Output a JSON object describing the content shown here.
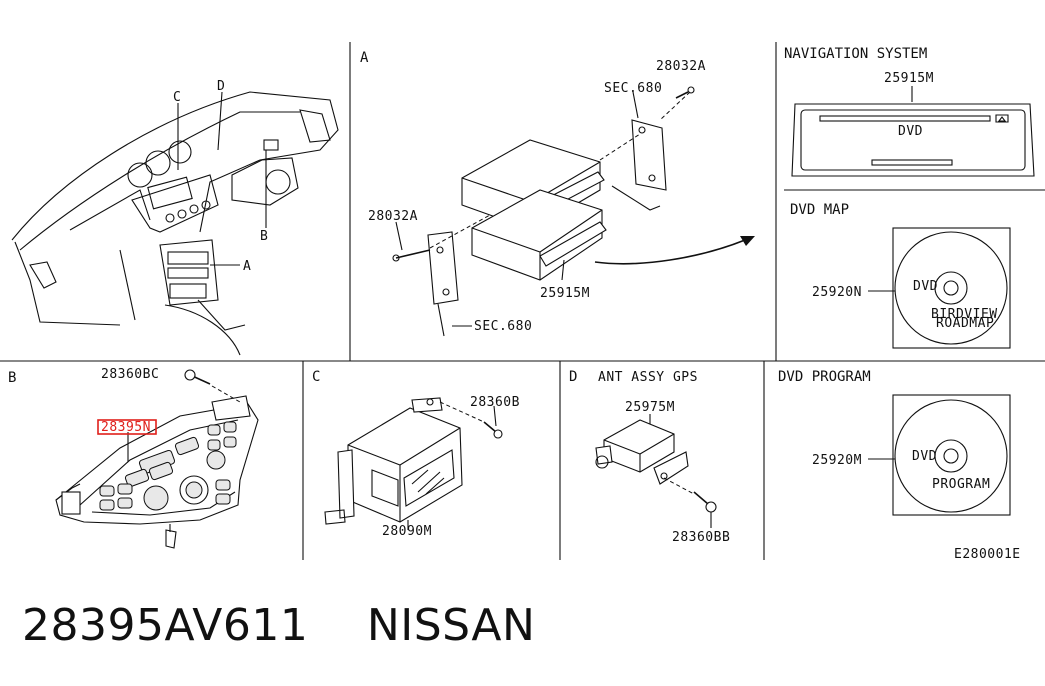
{
  "panels": {
    "a": {
      "letter": "A",
      "labels": {
        "screw_top": "28032A",
        "sec_top": "SEC.680",
        "screw_left": "28032A",
        "unit": "25915M",
        "sec_bottom": "SEC.680"
      }
    },
    "b": {
      "letter": "B",
      "labels": {
        "screw": "28360BC",
        "highlighted_part": "28395N"
      }
    },
    "c": {
      "letter": "C",
      "labels": {
        "screw": "28360B",
        "unit": "28090M"
      }
    },
    "d": {
      "letter": "D",
      "title": "ANT ASSY GPS",
      "labels": {
        "antenna": "25975M",
        "screw": "28360BB"
      }
    },
    "overview": {
      "callouts": {
        "c": "C",
        "d": "D",
        "b": "B",
        "a": "A"
      }
    },
    "navigation": {
      "title": "NAVIGATION SYSTEM",
      "unit_label": "25915M",
      "dvd_logo": "DVD"
    },
    "dvd_map": {
      "title": "DVD MAP",
      "disc_label": "25920N",
      "disc_text_top": "DVD",
      "disc_text_main": "BIRDVIEW",
      "disc_text_sub": "ROADMAP"
    },
    "dvd_program": {
      "title": "DVD PROGRAM",
      "disc_label": "25920M",
      "disc_text_top": "DVD",
      "disc_text_main": "PROGRAM"
    }
  },
  "diagram_code": "E280001E",
  "footer": {
    "part_number": "28395AV611",
    "brand": "NISSAN"
  },
  "colors": {
    "highlight": "#e0201b",
    "line": "#111111"
  }
}
